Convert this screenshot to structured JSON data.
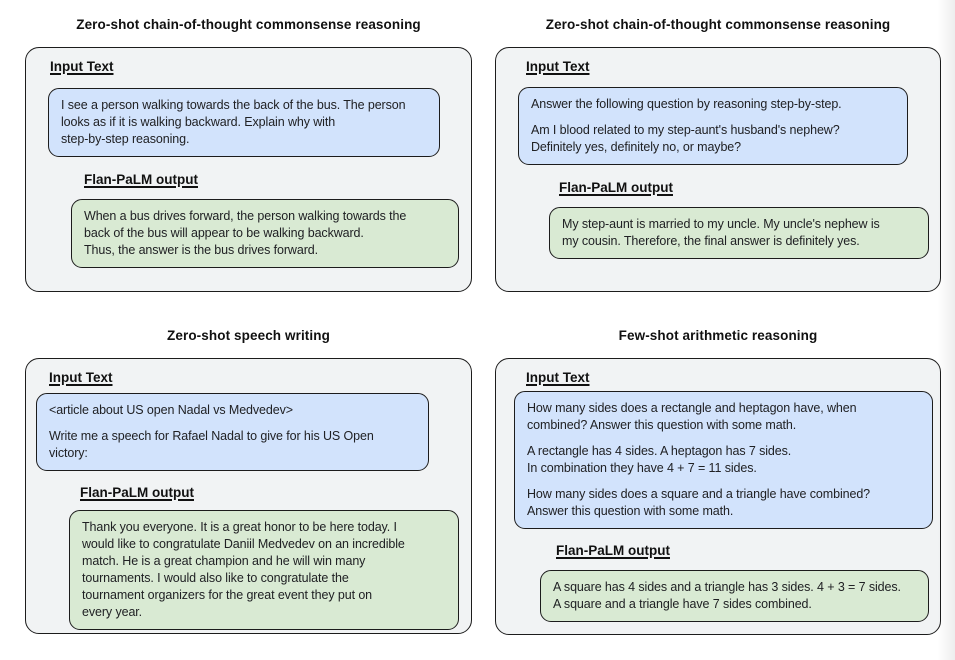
{
  "colors": {
    "panel_bg": "#f1f3f4",
    "input_box_bg": "#d2e3fc",
    "output_box_bg": "#d9ead3",
    "border": "#1c1c1c",
    "text": "#202124"
  },
  "panels": [
    {
      "title": "Zero-shot chain-of-thought commonsense reasoning",
      "input_label": "Input Text",
      "output_label": "Flan-PaLM output",
      "input_paragraphs": [
        "I see a person walking towards the back of the bus. The person\nlooks as if it is walking backward. Explain why with\nstep-by-step reasoning."
      ],
      "output_paragraphs": [
        "When a bus drives forward, the person walking towards the\nback of the bus will appear to be walking backward.\nThus, the answer is the bus drives forward."
      ]
    },
    {
      "title": "Zero-shot chain-of-thought commonsense reasoning",
      "input_label": "Input Text",
      "output_label": "Flan-PaLM output",
      "input_paragraphs": [
        "Answer the following question by reasoning step-by-step.",
        "Am I blood related to my step-aunt's husband's nephew?\nDefinitely yes, definitely no, or maybe?"
      ],
      "output_paragraphs": [
        "My step-aunt is married to my uncle. My uncle's nephew is\nmy cousin. Therefore, the final answer is definitely yes."
      ]
    },
    {
      "title": "Zero-shot speech writing",
      "input_label": "Input Text",
      "output_label": "Flan-PaLM output",
      "input_paragraphs": [
        "<article about US open Nadal vs Medvedev>",
        "Write me a speech for Rafael Nadal to give for his US Open\nvictory:"
      ],
      "output_paragraphs": [
        "Thank you everyone. It is a great honor to be here today. I\nwould like to congratulate Daniil Medvedev on an incredible\nmatch. He is a great champion and he will win many\ntournaments. I would also like to congratulate the\ntournament organizers for the great event they put on\nevery year."
      ]
    },
    {
      "title": "Few-shot arithmetic reasoning",
      "input_label": "Input Text",
      "output_label": "Flan-PaLM output",
      "input_paragraphs": [
        "How many sides does a rectangle and heptagon have, when\ncombined? Answer this question with some math.",
        "A rectangle has 4 sides. A heptagon has 7 sides.\nIn combination they have 4 + 7 = 11 sides.",
        "How many sides does a square and a triangle have combined?\nAnswer this question with some math."
      ],
      "output_paragraphs": [
        "A square has 4 sides and a triangle has 3 sides. 4 + 3 = 7 sides.\nA square and a triangle have 7 sides combined."
      ]
    }
  ]
}
